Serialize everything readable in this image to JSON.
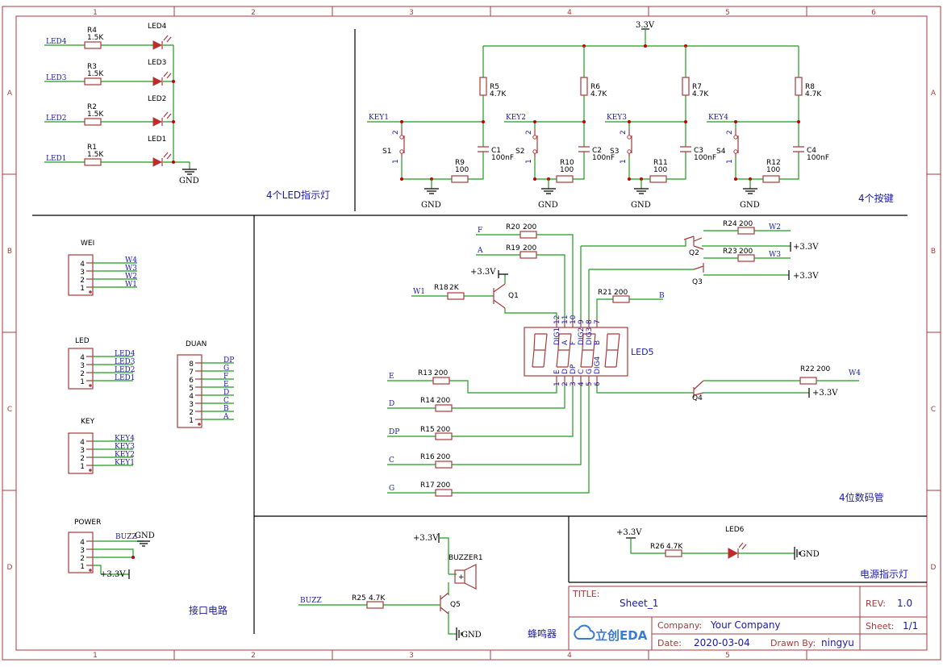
{
  "frame": {
    "columns": [
      "1",
      "2",
      "3",
      "4",
      "5"
    ],
    "rows": [
      "A",
      "B",
      "C",
      "D"
    ]
  },
  "nets": {
    "vcc": "3.3V",
    "vcc_plus": "+3.3V",
    "gnd": "GND",
    "led": [
      "LED4",
      "LED3",
      "LED2",
      "LED1"
    ],
    "key": [
      "KEY1",
      "KEY2",
      "KEY3",
      "KEY4"
    ],
    "wei": [
      "W1",
      "W2",
      "W3",
      "W4"
    ],
    "seg": [
      "F",
      "A",
      "B",
      "E",
      "D",
      "DP",
      "C",
      "G"
    ],
    "buzz": "BUZZ"
  },
  "leds": {
    "resistors": [
      {
        "ref": "R4",
        "val": "1.5K",
        "net": "LED4",
        "led": "LED4"
      },
      {
        "ref": "R3",
        "val": "1.5K",
        "net": "LED3",
        "led": "LED3"
      },
      {
        "ref": "R2",
        "val": "1.5K",
        "net": "LED2",
        "led": "LED2"
      },
      {
        "ref": "R1",
        "val": "1.5K",
        "net": "LED1",
        "led": "LED1"
      }
    ],
    "section_label": "4个LED指示灯"
  },
  "keys": {
    "pullups": [
      {
        "ref": "R5",
        "val": "4.7K"
      },
      {
        "ref": "R6",
        "val": "4.7K"
      },
      {
        "ref": "R7",
        "val": "4.7K"
      },
      {
        "ref": "R8",
        "val": "4.7K"
      }
    ],
    "series": [
      {
        "ref": "R9",
        "val": "100"
      },
      {
        "ref": "R10",
        "val": "100"
      },
      {
        "ref": "R11",
        "val": "100"
      },
      {
        "ref": "R12",
        "val": "100"
      }
    ],
    "caps": [
      {
        "ref": "C1",
        "val": "100nF"
      },
      {
        "ref": "C2",
        "val": "100nF"
      },
      {
        "ref": "C3",
        "val": "100nF"
      },
      {
        "ref": "C4",
        "val": "100nF"
      }
    ],
    "switches": [
      "S1",
      "S2",
      "S3",
      "S4"
    ],
    "pin1": "1",
    "pin2": "2",
    "section_label": "4个按键"
  },
  "connectors": {
    "wei": {
      "name": "WEI",
      "pins": [
        "4",
        "3",
        "2",
        "1"
      ],
      "nets": [
        "W4",
        "W3",
        "W2",
        "W1"
      ]
    },
    "led": {
      "name": "LED",
      "pins": [
        "4",
        "3",
        "2",
        "1"
      ],
      "nets": [
        "LED4",
        "LED3",
        "LED2",
        "LED1"
      ]
    },
    "key": {
      "name": "KEY",
      "pins": [
        "4",
        "3",
        "2",
        "1"
      ],
      "nets": [
        "KEY4",
        "KEY3",
        "KEY2",
        "KEY1"
      ]
    },
    "duan": {
      "name": "DUAN",
      "pins": [
        "8",
        "7",
        "6",
        "5",
        "4",
        "3",
        "2",
        "1"
      ],
      "nets": [
        "DP",
        "G",
        "F",
        "E",
        "D",
        "C",
        "B",
        "A"
      ]
    },
    "power": {
      "name": "POWER",
      "pins": [
        "4",
        "3",
        "2",
        "1"
      ]
    },
    "section_label": "接口电路"
  },
  "display": {
    "ref": "LED5",
    "top_pins": [
      "12",
      "11",
      "10",
      "9",
      "8",
      "7"
    ],
    "top_names": [
      "DIG1",
      "A",
      "F",
      "DIG2",
      "DIG3",
      "B"
    ],
    "bottom_pins": [
      "1",
      "2",
      "3",
      "4",
      "5",
      "6"
    ],
    "bottom_names": [
      "E",
      "D",
      "DP",
      "C",
      "G",
      "DIG4"
    ],
    "resistors": [
      {
        "ref": "R20",
        "val": "200",
        "net": "F"
      },
      {
        "ref": "R19",
        "val": "200",
        "net": "A"
      },
      {
        "ref": "R18",
        "val": "2K",
        "net": "W1"
      },
      {
        "ref": "R21",
        "val": "200",
        "net": "B"
      },
      {
        "ref": "R13",
        "val": "200",
        "net": "E"
      },
      {
        "ref": "R14",
        "val": "200",
        "net": "D"
      },
      {
        "ref": "R15",
        "val": "200",
        "net": "DP"
      },
      {
        "ref": "R16",
        "val": "200",
        "net": "C"
      },
      {
        "ref": "R17",
        "val": "200",
        "net": "G"
      },
      {
        "ref": "R24",
        "val": "200",
        "net": "W2"
      },
      {
        "ref": "R23",
        "val": "200",
        "net": "W3"
      },
      {
        "ref": "R22",
        "val": "200",
        "net": "W4"
      }
    ],
    "transistors": [
      "Q1",
      "Q2",
      "Q3",
      "Q4"
    ],
    "section_label": "4位数码管"
  },
  "buzzer": {
    "ref": "BUZZER1",
    "transistor": "Q5",
    "resistor": {
      "ref": "R25",
      "val": "4.7K"
    },
    "section_label": "蜂鸣器"
  },
  "power_led": {
    "resistor": {
      "ref": "R26",
      "val": "4.7K"
    },
    "led": "LED6",
    "section_label": "电源指示灯"
  },
  "title_block": {
    "title_label": "TITLE:",
    "title": "Sheet_1",
    "rev_label": "REV:",
    "rev": "1.0",
    "company_label": "Company:",
    "company": "Your Company",
    "sheet_label": "Sheet:",
    "sheet": "1/1",
    "date_label": "Date:",
    "date": "2020-03-04",
    "drawn_label": "Drawn By:",
    "drawn": "ningyu",
    "logo": "立创EDA"
  }
}
